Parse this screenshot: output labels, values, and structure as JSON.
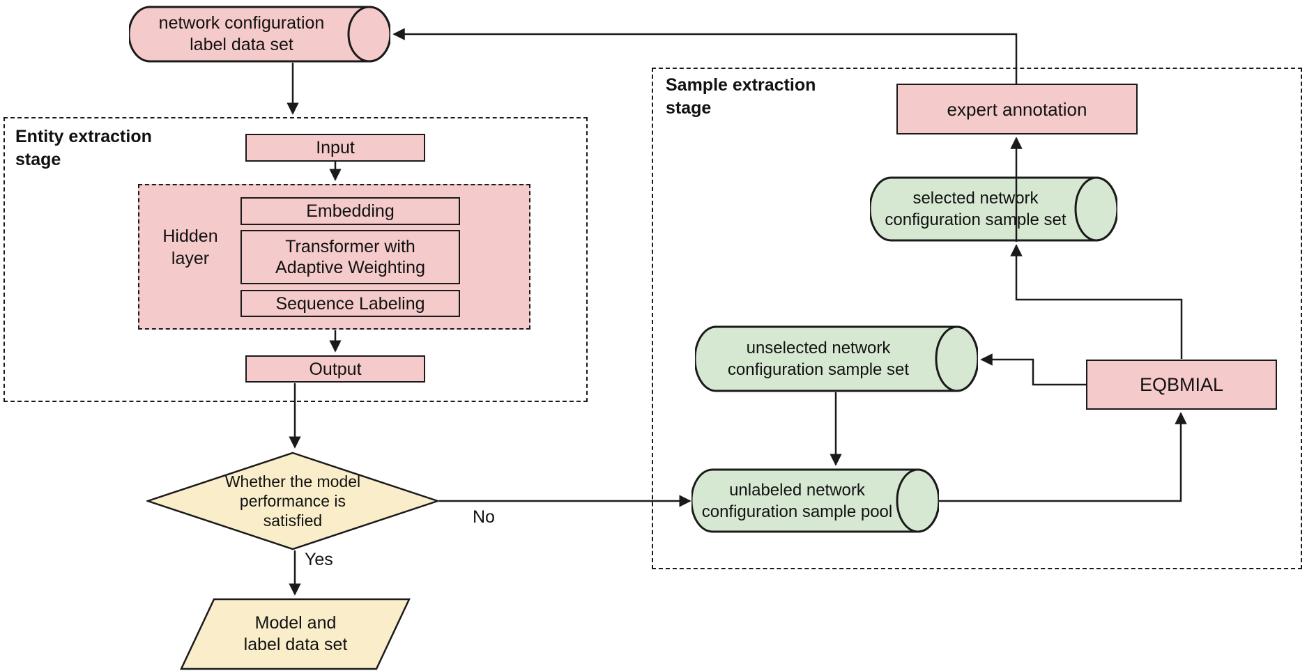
{
  "colors": {
    "process_fill": "#f5caca",
    "datastore_fill": "#d7e8d2",
    "decision_fill": "#faeeca",
    "line": "#1a1a1a",
    "background": "#ffffff"
  },
  "stages": {
    "entity": {
      "label": "Entity extraction\nstage"
    },
    "sample": {
      "label": "Sample extraction\nstage"
    }
  },
  "nodes": {
    "network_config_label_dataset": {
      "shape": "cylinder",
      "text": "network configuration\nlabel data set"
    },
    "input": {
      "shape": "rect",
      "text": "Input"
    },
    "hidden_layer": {
      "shape": "group-label",
      "text": "Hidden\nlayer"
    },
    "embedding": {
      "shape": "rect",
      "text": "Embedding"
    },
    "transformer": {
      "shape": "rect",
      "text": "Transformer with\nAdaptive Weighting"
    },
    "sequence_labeling": {
      "shape": "rect",
      "text": "Sequence Labeling"
    },
    "output": {
      "shape": "rect",
      "text": "Output"
    },
    "decision": {
      "shape": "diamond",
      "text": "Whether the model\nperformance is\nsatisfied"
    },
    "model_and_label_dataset": {
      "shape": "parallelogram",
      "text": "Model and\nlabel data set"
    },
    "expert_annotation": {
      "shape": "rect",
      "text": "expert annotation"
    },
    "selected_sample_set": {
      "shape": "cylinder",
      "text": "selected network\nconfiguration sample set"
    },
    "unselected_sample_set": {
      "shape": "cylinder",
      "text": "unselected network\nconfiguration sample set"
    },
    "unlabeled_sample_pool": {
      "shape": "cylinder",
      "text": "unlabeled network\nconfiguration sample pool"
    },
    "eqbmial": {
      "shape": "rect",
      "text": "EQBMIAL"
    }
  },
  "edge_labels": {
    "no": "No",
    "yes": "Yes"
  }
}
